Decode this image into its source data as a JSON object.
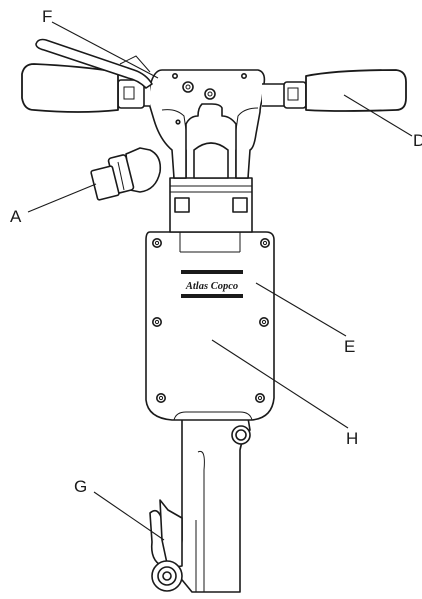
{
  "labels": {
    "a": "A",
    "d": "D",
    "e": "E",
    "f": "F",
    "g": "G",
    "h": "H"
  },
  "brand": {
    "logo_text": "Atlas Copco"
  },
  "colors": {
    "ink": "#1a1a1a",
    "paper": "#ffffff"
  }
}
